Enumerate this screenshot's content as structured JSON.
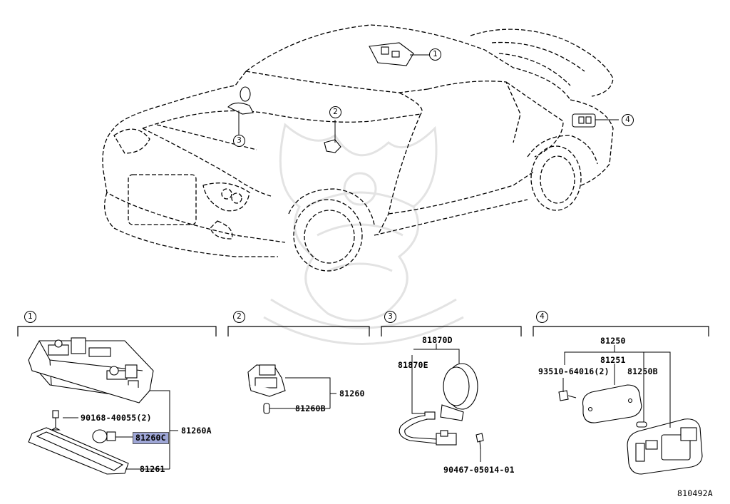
{
  "callouts": {
    "c1": "1",
    "c2": "2",
    "c3": "3",
    "c4": "4"
  },
  "sections": {
    "s1": "1",
    "s2": "2",
    "s3": "3",
    "s4": "4"
  },
  "parts": {
    "p90168": "90168-40055(2)",
    "p81260C": "81260C",
    "p81260A": "81260A",
    "p81261": "81261",
    "p81260": "81260",
    "p81260B": "81260B",
    "p81870D": "81870D",
    "p81870E": "81870E",
    "p90467": "90467-05014-01",
    "p81250": "81250",
    "p81251": "81251",
    "p93510": "93510-64016(2)",
    "p81250B": "81250B"
  },
  "diagram_id": "810492A",
  "highlight_color": "#9ea6d6"
}
